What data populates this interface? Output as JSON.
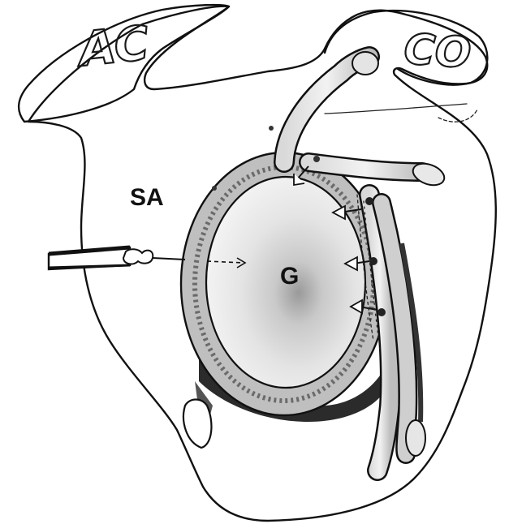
{
  "labels": {
    "acromion": "AC",
    "coracoid": "CO",
    "subscapularis": "SA",
    "glenoid": "G"
  },
  "colors": {
    "ink": "#111111",
    "shade_dark": "#3a3a3a",
    "shade_mid": "#8a8a8a",
    "shade_light": "#c8c8c8",
    "glenoid_fill": "#e6e6e6"
  }
}
